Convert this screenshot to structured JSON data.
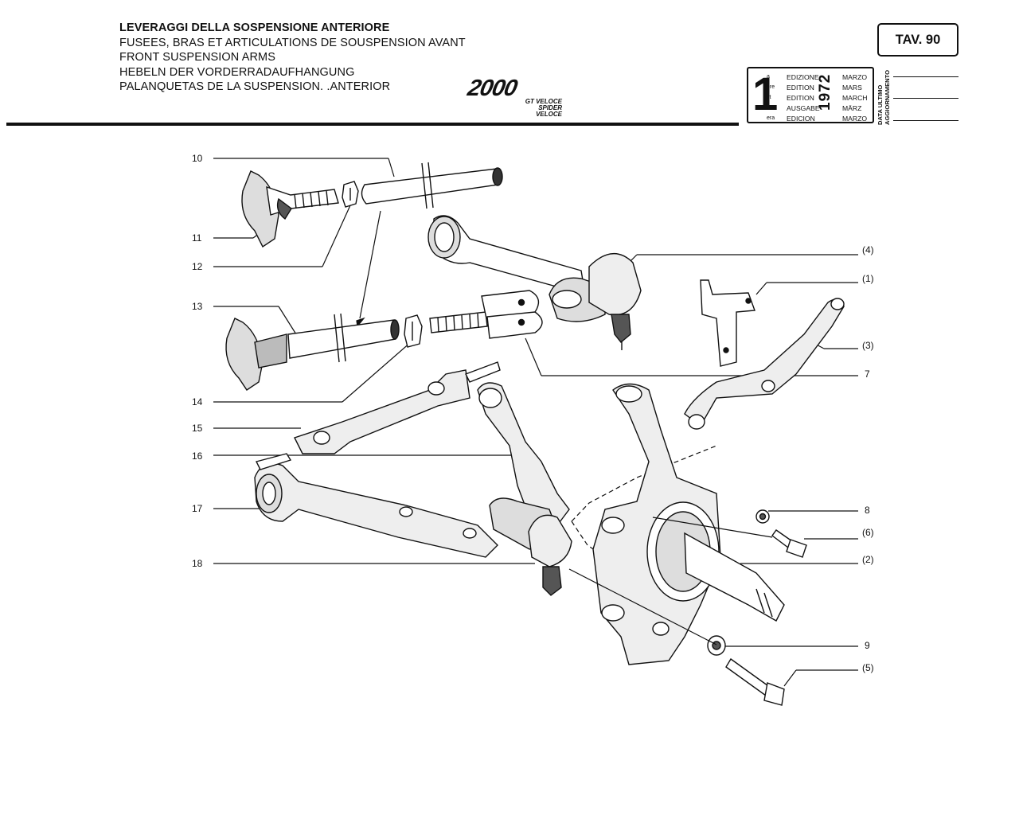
{
  "header": {
    "titles": [
      "LEVERAGGI DELLA SOSPENSIONE ANTERIORE",
      "FUSEES, BRAS ET ARTICULATIONS DE SOUSPENSION AVANT",
      "FRONT SUSPENSION ARMS",
      "HEBELN DER VORDERRADAUFHANGUNG",
      "PALANQUETAS DE LA SUSPENSION. .ANTERIOR"
    ],
    "logo": {
      "main": "2000",
      "line1": "GT VELOCE",
      "line2": "SPIDER VELOCE"
    },
    "plate": "TAV. 90",
    "edition": {
      "number": "1",
      "suffixes": [
        "a",
        "ere",
        "st",
        ".",
        "era"
      ],
      "words": [
        "EDIZIONE",
        "EDITION",
        "EDITION",
        "AUSGABE",
        "EDICION"
      ],
      "year": "1972",
      "months": [
        "MARZO",
        "MARS",
        "MARCH",
        "MÄRZ",
        "MARZO"
      ]
    },
    "update_label": [
      "DATA ULTIMO",
      "AGGIORNAMENTO"
    ]
  },
  "callouts_left": [
    "10",
    "11",
    "12",
    "13",
    "14",
    "15",
    "16",
    "17",
    "18"
  ],
  "callouts_right": [
    "(4)",
    "(1)",
    "(3)",
    "7",
    "8",
    "(6)",
    "(2)",
    "9",
    "(5)"
  ]
}
